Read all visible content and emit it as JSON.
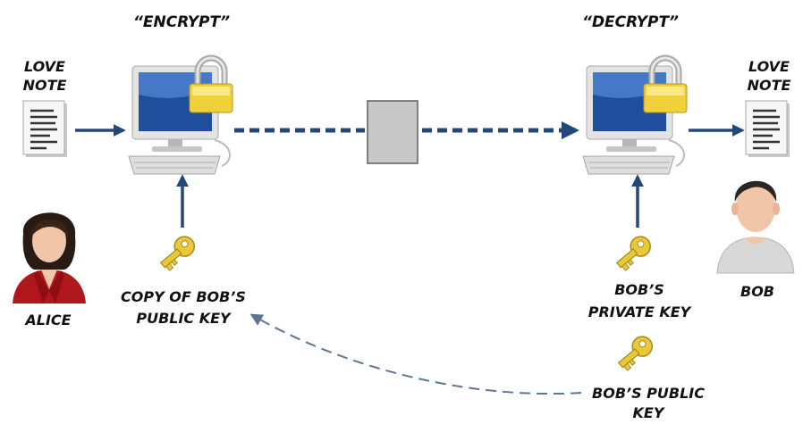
{
  "encrypt_label": "“ENCRYPT”",
  "decrypt_label": "“DECRYPT”",
  "sender_note": {
    "line1": "LOVE",
    "line2": "NOTE"
  },
  "receiver_note": {
    "line1": "LOVE",
    "line2": "NOTE"
  },
  "alice": {
    "name": "ALICE"
  },
  "bob": {
    "name": "BOB"
  },
  "public_key_copy": {
    "line1": "COPY OF BOB’S",
    "line2": "PUBLIC KEY"
  },
  "private_key": {
    "line1": "BOB’S",
    "line2": "PRIVATE KEY"
  },
  "public_key": {
    "line1": "BOB’S PUBLIC",
    "line2": "KEY"
  },
  "colors": {
    "arrow": "#24477a",
    "dashed_return": "#5f7693",
    "lock": "#f0d13a",
    "key": "#e8c93a",
    "alice_shirt": "#b0171c",
    "bob_shirt": "#d8d8d8",
    "ciphertext_box": "#c8c8c8"
  }
}
